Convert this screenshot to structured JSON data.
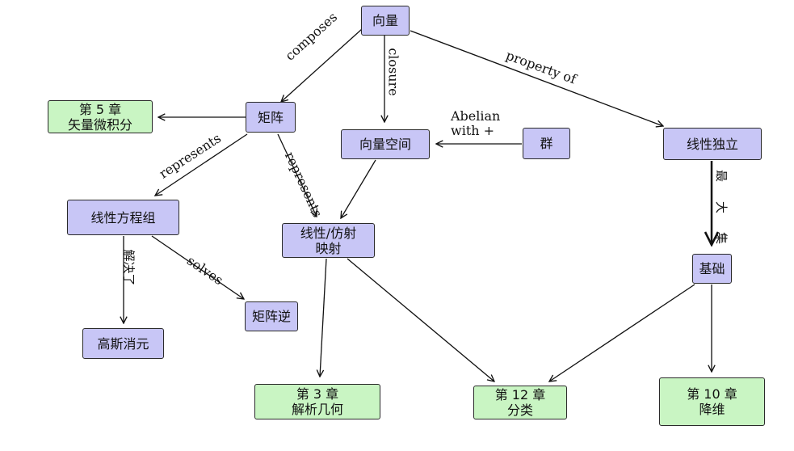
{
  "nodes": {
    "vector": "向量",
    "matrix": "矩阵",
    "vector_space": "向量空间",
    "group": "群",
    "linear_independence": "线性独立",
    "linear_system": "线性方程组",
    "linear_map_line1": "线性/仿射",
    "linear_map_line2": "映射",
    "basis": "基础",
    "matrix_inverse": "矩阵逆",
    "gaussian_elimination": "高斯消元",
    "ch5_line1": "第 5 章",
    "ch5_line2": "矢量微积分",
    "ch3_line1": "第 3 章",
    "ch3_line2": "解析几何",
    "ch12_line1": "第 12 章",
    "ch12_line2": "分类",
    "ch10_line1": "第 10 章",
    "ch10_line2": "降维"
  },
  "edge_labels": {
    "composes": "composes",
    "closure": "closure",
    "property_of": "property of",
    "abelian_line1": "Abelian",
    "abelian_line2": "with +",
    "represents_left": "represents",
    "represents_right": "represents",
    "maximal_set_1": "最",
    "maximal_set_2": "大",
    "maximal_set_3": "集",
    "solved_by": "解决了",
    "solves": "solves"
  },
  "colors": {
    "concept_fill": "#c8c6f6",
    "chapter_fill": "#c9f5c3",
    "edge": "#111111"
  }
}
